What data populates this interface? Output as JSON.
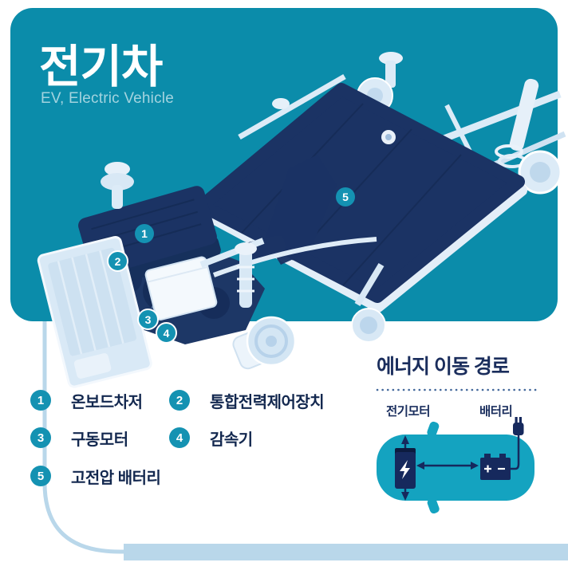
{
  "header": {
    "title": "전기차",
    "subtitle": "EV, Electric Vehicle"
  },
  "legend": {
    "items": [
      {
        "num": "1",
        "label": "온보드차저"
      },
      {
        "num": "2",
        "label": "통합전력제어장치"
      },
      {
        "num": "3",
        "label": "구동모터"
      },
      {
        "num": "4",
        "label": "감속기"
      },
      {
        "num": "5",
        "label": "고전압 배터리"
      }
    ]
  },
  "energy_path": {
    "title": "에너지 이동 경로",
    "motor_label": "전기모터",
    "battery_label": "배터리"
  },
  "colors": {
    "card_teal": "#0b8caa",
    "marker_teal": "#1492b2",
    "component_navy": "#1b3364",
    "text_navy": "#13284f",
    "light_blue": "#b9d7ea",
    "car_teal": "#14a3c0",
    "diagram_navy": "#16295d"
  }
}
